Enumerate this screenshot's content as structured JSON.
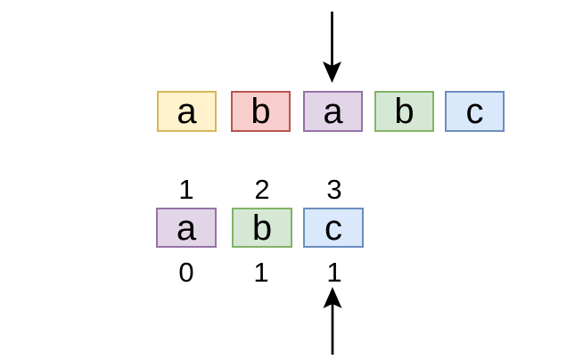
{
  "background_color": "#ffffff",
  "arrows": {
    "color": "#000000",
    "top": {
      "direction": "down",
      "points_to": "third cell of top row"
    },
    "bottom": {
      "direction": "up",
      "points_to": "label below third cell of bottom row"
    }
  },
  "top_row": {
    "boxes": [
      {
        "label": "a",
        "fill": "#FFF2CC",
        "stroke": "#D6B656"
      },
      {
        "label": "b",
        "fill": "#F8CECC",
        "stroke": "#B85450"
      },
      {
        "label": "a",
        "fill": "#E1D5E7",
        "stroke": "#9673A6"
      },
      {
        "label": "b",
        "fill": "#D5E8D4",
        "stroke": "#82B366"
      },
      {
        "label": "c",
        "fill": "#DAE8FC",
        "stroke": "#6C8EBF"
      }
    ]
  },
  "bottom_row": {
    "labels_above": [
      "1",
      "2",
      "3"
    ],
    "boxes": [
      {
        "label": "a",
        "fill": "#E1D5E7",
        "stroke": "#9673A6"
      },
      {
        "label": "b",
        "fill": "#D5E8D4",
        "stroke": "#82B366"
      },
      {
        "label": "c",
        "fill": "#DAE8FC",
        "stroke": "#6C8EBF"
      }
    ],
    "labels_below": [
      "0",
      "1",
      "1"
    ]
  }
}
